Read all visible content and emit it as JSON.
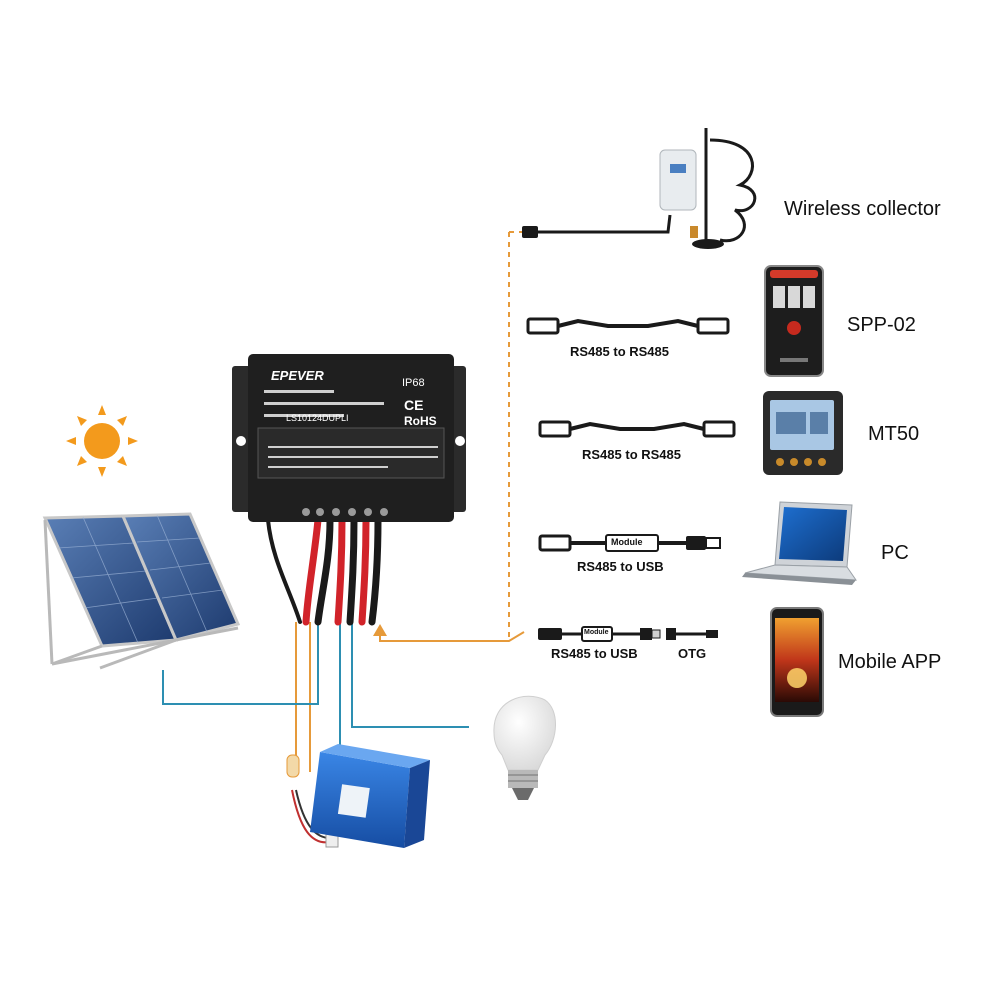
{
  "controller": {
    "brand": "EPEVER",
    "rating": "IP68",
    "model": "LS10124DUPLI",
    "marks": [
      "CE",
      "RoHS"
    ]
  },
  "devices": {
    "wireless_collector": "Wireless collector",
    "spp02": "SPP-02",
    "mt50": "MT50",
    "pc": "PC",
    "mobile_app": "Mobile APP"
  },
  "cables": {
    "spp02_cable": "RS485 to RS485",
    "mt50_cable": "RS485 to RS485",
    "pc_cable": "RS485 to USB",
    "pc_module": "Module",
    "mobile_cable": "RS485 to USB",
    "mobile_module": "Module",
    "otg": "OTG"
  },
  "colors": {
    "orange_line": "#e69a3a",
    "blue_line": "#2d8fb2",
    "controller": "#1f1f1f",
    "battery": "#1f63c7",
    "wire_red": "#d1232a",
    "wire_black": "#1a1a1a",
    "sun": "#f39a1c"
  }
}
